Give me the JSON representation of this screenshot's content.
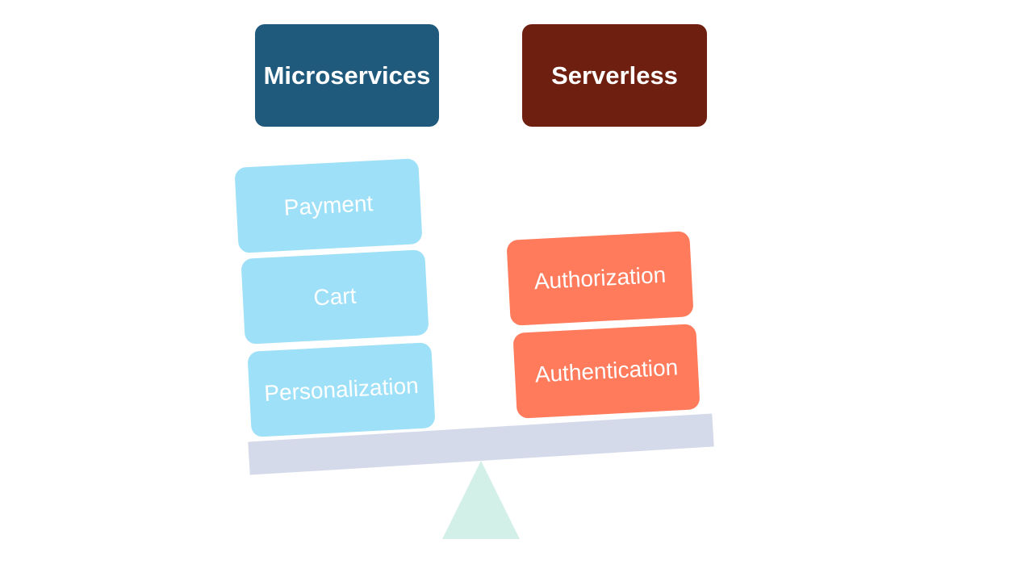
{
  "headers": {
    "left": "Microservices",
    "right": "Serverless"
  },
  "left_stack": [
    {
      "label": "Payment"
    },
    {
      "label": "Cart"
    },
    {
      "label": "Personalization"
    }
  ],
  "right_stack": [
    {
      "label": "Authorization"
    },
    {
      "label": "Authentication"
    }
  ],
  "colors": {
    "microservices_header": "#1f5a7c",
    "serverless_header": "#6e1f0f",
    "left_blocks": "#9ee0f8",
    "right_blocks": "#ff7b5c",
    "beam": "#d5daea",
    "fulcrum": "#d2f0e8"
  }
}
